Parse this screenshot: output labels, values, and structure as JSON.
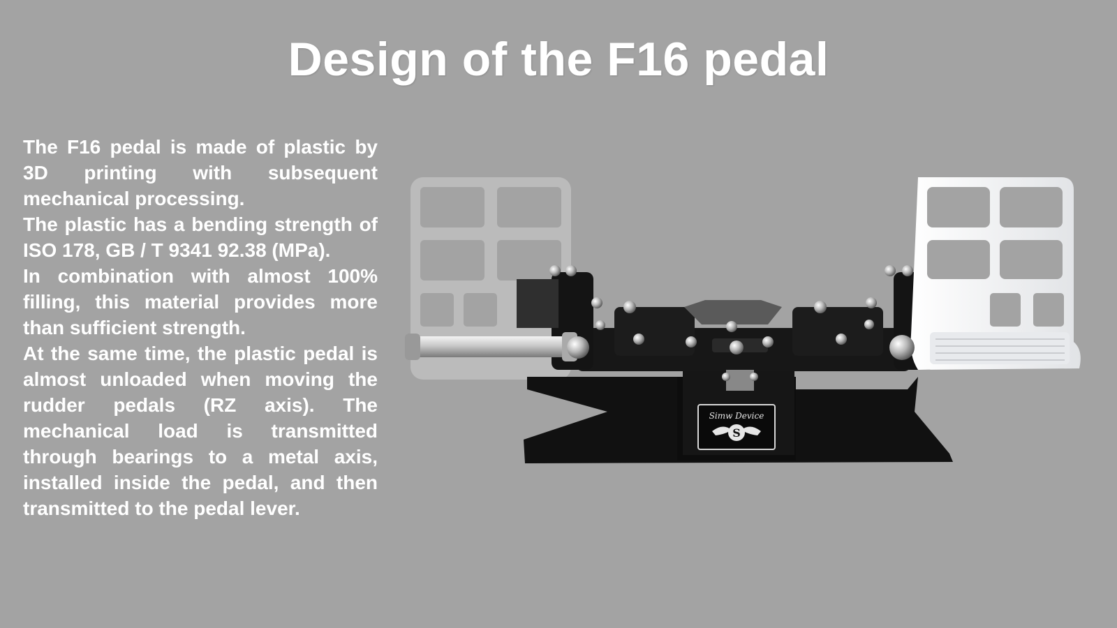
{
  "slide": {
    "title": "Design of the F16 pedal",
    "paragraphs": [
      "The F16 pedal is made of plastic by 3D printing with subsequent mechanical processing.",
      "The plastic has a bending strength of ISO 178, GB / T 9341 92.38 (MPa).",
      "In combination with almost 100% filling, this material provides more than sufficient strength.",
      "At the same time, the plastic pedal is almost unloaded when moving the rudder pedals (RZ axis). The mechanical load is transmitted through bearings to a metal axis, installed inside the pedal, and then transmitted to the pedal lever."
    ]
  },
  "figure": {
    "badge_text": "Simw Device",
    "badge_letter": "S",
    "colors": {
      "background": "#a3a3a3",
      "pedal_white": "#f2f3f5",
      "frame_black": "#141414",
      "metal": "#c9c9c9"
    }
  }
}
